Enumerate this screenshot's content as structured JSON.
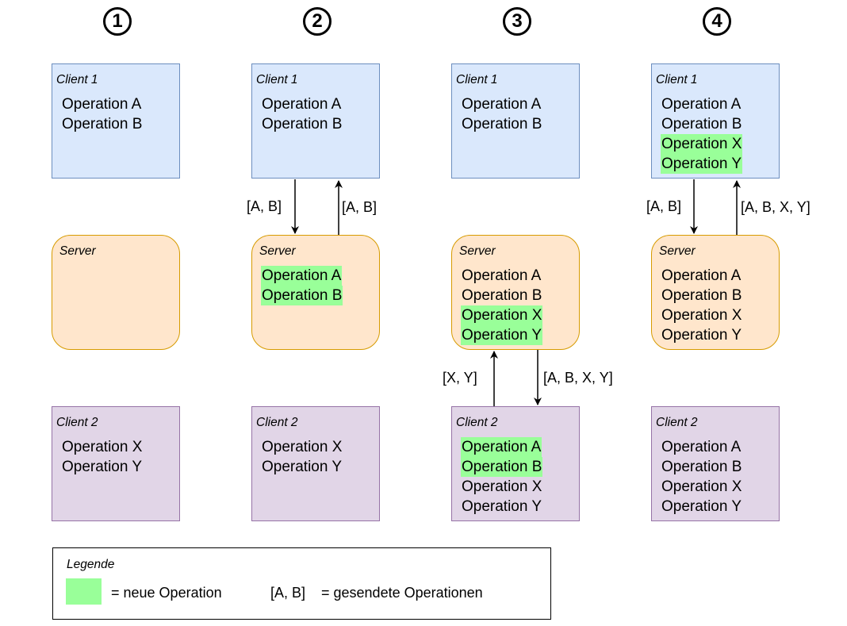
{
  "steps": [
    {
      "number": "1",
      "client1": {
        "title": "Client 1",
        "ops": [
          {
            "label": "Operation A",
            "new": false
          },
          {
            "label": "Operation B",
            "new": false
          }
        ]
      },
      "server": {
        "title": "Server",
        "ops": []
      },
      "client2": {
        "title": "Client 2",
        "ops": [
          {
            "label": "Operation X",
            "new": false
          },
          {
            "label": "Operation Y",
            "new": false
          }
        ]
      }
    },
    {
      "number": "2",
      "client1": {
        "title": "Client 1",
        "ops": [
          {
            "label": "Operation A",
            "new": false
          },
          {
            "label": "Operation B",
            "new": false
          }
        ]
      },
      "server": {
        "title": "Server",
        "ops": [
          {
            "label": "Operation A",
            "new": true
          },
          {
            "label": "Operation B",
            "new": true
          }
        ]
      },
      "client2": {
        "title": "Client 2",
        "ops": [
          {
            "label": "Operation X",
            "new": false
          },
          {
            "label": "Operation Y",
            "new": false
          }
        ]
      },
      "arrow_down_label": "[A, B]",
      "arrow_up_label": "[A, B]"
    },
    {
      "number": "3",
      "client1": {
        "title": "Client 1",
        "ops": [
          {
            "label": "Operation A",
            "new": false
          },
          {
            "label": "Operation B",
            "new": false
          }
        ]
      },
      "server": {
        "title": "Server",
        "ops": [
          {
            "label": "Operation A",
            "new": false
          },
          {
            "label": "Operation B",
            "new": false
          },
          {
            "label": "Operation X",
            "new": true
          },
          {
            "label": "Operation Y",
            "new": true
          }
        ]
      },
      "client2": {
        "title": "Client 2",
        "ops": [
          {
            "label": "Operation A",
            "new": true
          },
          {
            "label": "Operation B",
            "new": true
          },
          {
            "label": "Operation X",
            "new": false
          },
          {
            "label": "Operation Y",
            "new": false
          }
        ]
      },
      "arrow_up_label": "[X, Y]",
      "arrow_down_label": "[A, B, X, Y]"
    },
    {
      "number": "4",
      "client1": {
        "title": "Client 1",
        "ops": [
          {
            "label": "Operation A",
            "new": false
          },
          {
            "label": "Operation B",
            "new": false
          },
          {
            "label": "Operation X",
            "new": true
          },
          {
            "label": "Operation Y",
            "new": true
          }
        ]
      },
      "server": {
        "title": "Server",
        "ops": [
          {
            "label": "Operation A",
            "new": false
          },
          {
            "label": "Operation B",
            "new": false
          },
          {
            "label": "Operation X",
            "new": false
          },
          {
            "label": "Operation Y",
            "new": false
          }
        ]
      },
      "client2": {
        "title": "Client 2",
        "ops": [
          {
            "label": "Operation A",
            "new": false
          },
          {
            "label": "Operation B",
            "new": false
          },
          {
            "label": "Operation X",
            "new": false
          },
          {
            "label": "Operation Y",
            "new": false
          }
        ]
      },
      "arrow_down_label": "[A, B]",
      "arrow_up_label": "[A, B, X, Y]"
    }
  ],
  "legend": {
    "title": "Legende",
    "new_operation_text": "= neue Operation",
    "sent_example": "[A, B]",
    "sent_text": "= gesendete Operationen"
  },
  "colors": {
    "client1_fill": "#dae8fc",
    "client1_border": "#6c8ebf",
    "server_fill": "#ffe6cc",
    "server_border": "#d79b00",
    "client2_fill": "#e1d5e7",
    "client2_border": "#9673a6",
    "new_operation_highlight": "#99ff99"
  }
}
